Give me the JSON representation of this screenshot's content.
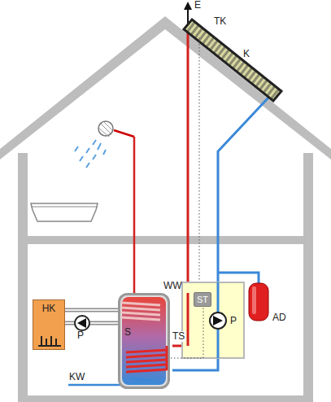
{
  "diagram": {
    "nodes": [
      {
        "text": [
          "HK"
        ]
      },
      {
        "text": [
          "S"
        ]
      },
      {
        "text": [
          "ST"
        ]
      }
    ],
    "edges": [
      {
        "from": 0,
        "to": 1,
        "arrow": "none"
      },
      {
        "from": 0,
        "to": 1,
        "arrow": "none"
      }
    ],
    "labels": [
      "E",
      "TK",
      "K",
      "WW",
      "P",
      "TS",
      "P",
      "AD",
      "KW"
    ]
  }
}
